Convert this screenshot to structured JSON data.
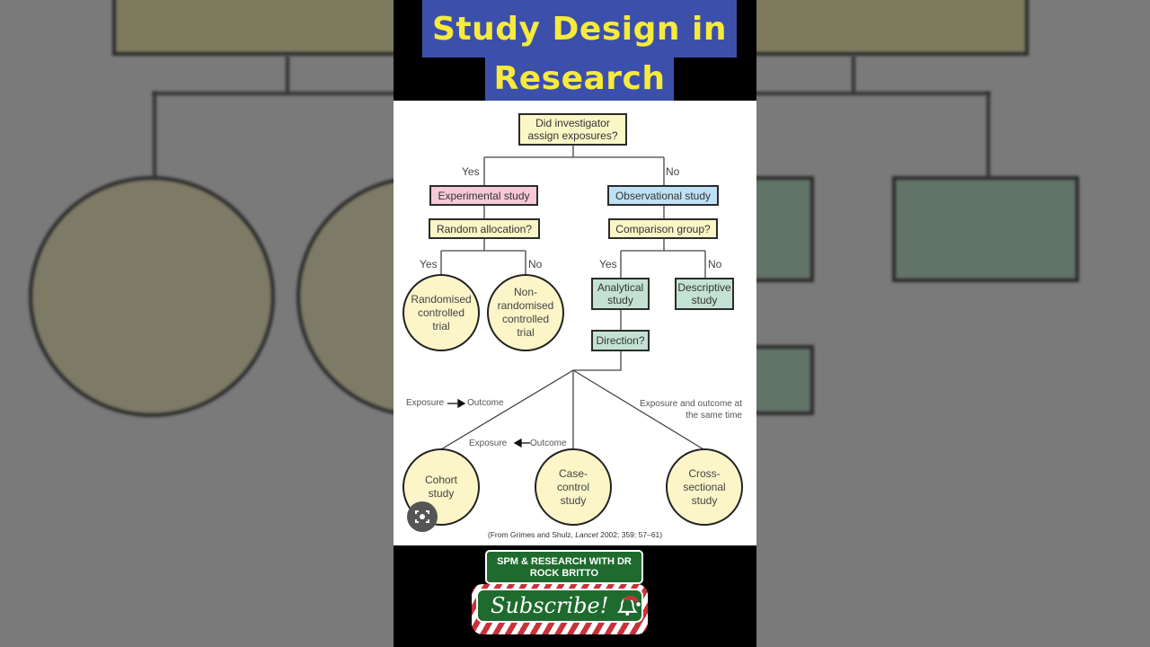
{
  "title": {
    "line1": "Study Design in",
    "line2": "Research",
    "bg_color": "#3c50ab",
    "text_color": "#f6ea3d"
  },
  "diagram": {
    "root": "Did investigator assign exposures?",
    "yes": "Yes",
    "no": "No",
    "experimental": "Experimental study",
    "observational": "Observational study",
    "random_allocation": "Random allocation?",
    "comparison_group": "Comparison group?",
    "rct": "Randomised controlled trial",
    "nrct": "Non-randomised controlled trial",
    "analytical": "Analytical study",
    "descriptive": "Descriptive study",
    "direction": "Direction?",
    "exp_out_1": "Exposure",
    "exp_out_2": "Outcome",
    "same_time": "Exposure and outcome at the same time",
    "cohort": "Cohort study",
    "case_control": "Case-control study",
    "cross_sectional": "Cross-sectional study",
    "citation_pre": "(From Grimes and Shulz, ",
    "citation_journal": "Lancet",
    "citation_post": " 2002; 359: 57–61)"
  },
  "overlay": {
    "lens_icon": "camera-search-icon"
  },
  "channel": {
    "name": "SPM & RESEARCH WITH DR ROCK BRITTO",
    "subscribe_label": "Subscribe!",
    "bell_icon": "bell-with-santa-hat-icon"
  }
}
